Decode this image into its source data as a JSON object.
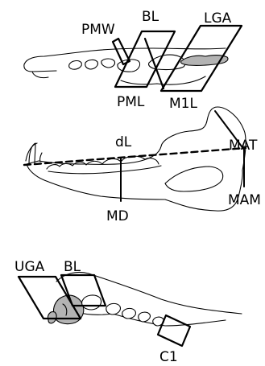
{
  "colors": {
    "stroke": "#000000",
    "tooth_fill": "#ffffff",
    "shaded_fill": "#b3b3b3",
    "background": "#ffffff"
  },
  "panels": [
    {
      "id": "upper-tooth-row",
      "labels": {
        "pmw": "PMW",
        "bl": "BL",
        "lga": "LGA",
        "pml": "PML",
        "m1l": "M1L"
      }
    },
    {
      "id": "mandible",
      "labels": {
        "dl": "dL",
        "mat": "MAT",
        "md": "MD",
        "mam": "MAM"
      }
    },
    {
      "id": "lower-tooth-row",
      "labels": {
        "uga": "UGA",
        "bl": "BL",
        "c1": "C1"
      }
    }
  ]
}
